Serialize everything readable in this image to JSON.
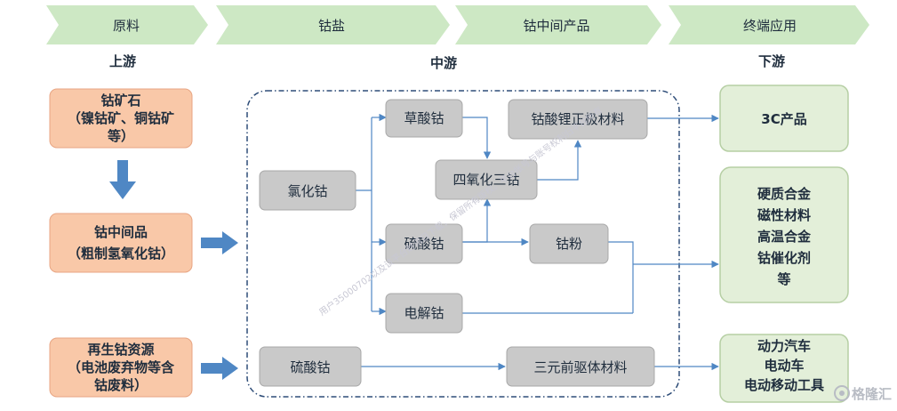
{
  "header": {
    "stages": [
      "原料",
      "钴盐",
      "钴中间产品",
      "终端应用"
    ],
    "levels": [
      "上游",
      "中游",
      "下游"
    ]
  },
  "raw_materials": {
    "ore": [
      "钴矿石",
      "（镍钴矿、铜钴矿",
      "等）"
    ],
    "intermediate": [
      "钴中间品",
      "（粗制氢氧化钴）"
    ],
    "recycled": [
      "再生钴资源",
      "（电池废弃物等含",
      "钴废料）"
    ]
  },
  "salts": {
    "chloride": "氯化钴",
    "sulfate": "硫酸钴"
  },
  "intermediates": {
    "oxalate": "草酸钴",
    "sulfate": "硫酸钴",
    "electrolytic": "电解钴",
    "tetroxide": "四氧化三钴",
    "powder": "钴粉",
    "lco_cathode": "钴酸锂正极材料",
    "ternary_precursor": "三元前驱体材料"
  },
  "applications": {
    "electronics": [
      "3C产品"
    ],
    "materials": [
      "硬质合金",
      "磁性材料",
      "高温合金",
      "钴催化剂",
      "等"
    ],
    "power": [
      "动力汽车",
      "电动车",
      "电动移动工具"
    ]
  },
  "watermark": "用户35000702以及该平台财讯日下载，保留所有版权。平台帐号与账号权利归平台所有",
  "logo_text": "格隆汇",
  "colors": {
    "chevron": "#cde8c4",
    "raw_box": "#f9c8a8",
    "raw_border": "#e8a583",
    "gray_box": "#c9c9c9",
    "gray_border": "#a8a8a8",
    "app_box": "#e3efd9",
    "app_border": "#b6cfa4",
    "arrow": "#4f87c4",
    "dashed": "#2e4d78"
  }
}
